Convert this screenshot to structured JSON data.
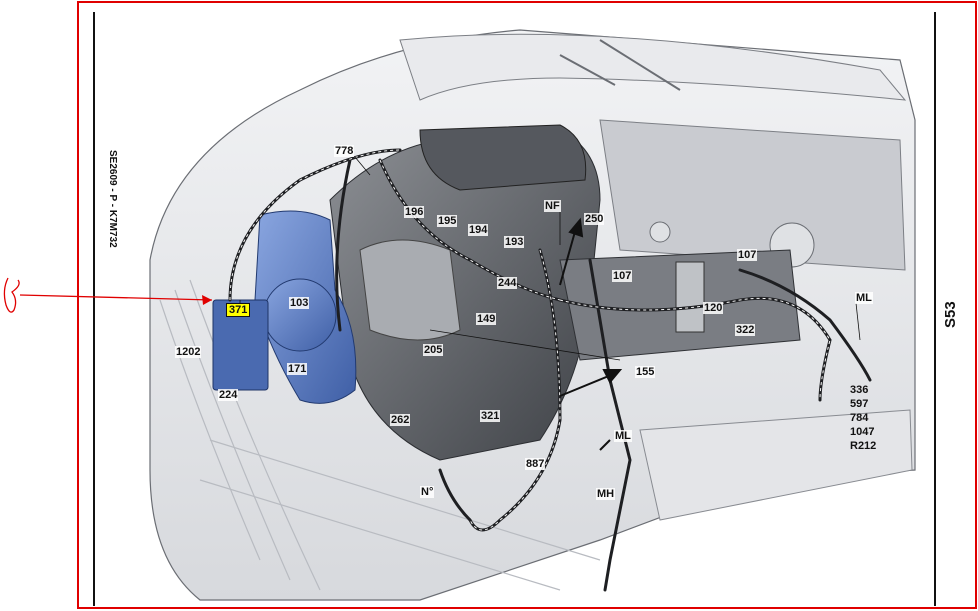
{
  "diagram": {
    "ref_code": "SE2609 - P - K7M732",
    "sheet_code": "S53",
    "highlighted_label": "371",
    "labels": [
      "778",
      "196",
      "195",
      "194",
      "193",
      "NF",
      "250",
      "107",
      "107",
      "103",
      "244",
      "149",
      "120",
      "322",
      "205",
      "155",
      "1202",
      "171",
      "224",
      "262",
      "321",
      "887",
      "ML",
      "MH",
      "N°",
      "ML"
    ],
    "stack_labels": [
      "336",
      "597",
      "784",
      "1047",
      "R212"
    ]
  },
  "colors": {
    "frame": "#e00000",
    "annotation": "#e00000",
    "highlight": "#ffff00",
    "component_blue": "#5b7fc7"
  }
}
